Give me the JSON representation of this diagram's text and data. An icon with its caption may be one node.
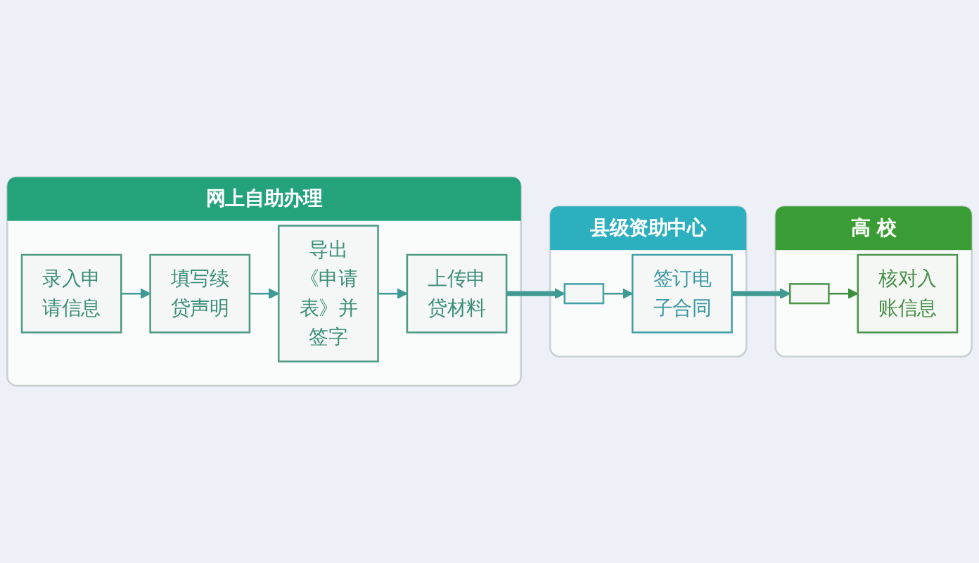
{
  "diagram": {
    "nodes": [
      {
        "text": [
          "网上自助办理"
        ]
      },
      {
        "text": [
          "录入申请信息"
        ],
        "in": 0
      },
      {
        "text": [
          "填写续贷声明"
        ],
        "in": 0
      },
      {
        "text": [
          "导出《申请表》并签字"
        ],
        "in": 0
      },
      {
        "text": [
          "上传申贷材料"
        ],
        "in": 0
      },
      {
        "text": [
          "县级资助中心"
        ]
      },
      {
        "text": [],
        "shape": "box",
        "in": 5
      },
      {
        "text": [
          "签订电子合同"
        ],
        "in": 5
      },
      {
        "text": [
          "高 校"
        ]
      },
      {
        "text": [],
        "shape": "box",
        "in": 8
      },
      {
        "text": [
          "核对入账信息"
        ],
        "in": 8
      }
    ],
    "edges": [
      {
        "from": 1,
        "to": 2,
        "arrow": "to"
      },
      {
        "from": 2,
        "to": 3,
        "arrow": "to"
      },
      {
        "from": 3,
        "to": 4,
        "arrow": "to"
      },
      {
        "from": 4,
        "to": 6,
        "arrow": "to",
        "style": "thick"
      },
      {
        "from": 6,
        "to": 7,
        "arrow": "to"
      },
      {
        "from": 7,
        "to": 9,
        "arrow": "to",
        "style": "thick"
      },
      {
        "from": 9,
        "to": 10,
        "arrow": "to",
        "color": "#3f8f3f"
      }
    ]
  }
}
